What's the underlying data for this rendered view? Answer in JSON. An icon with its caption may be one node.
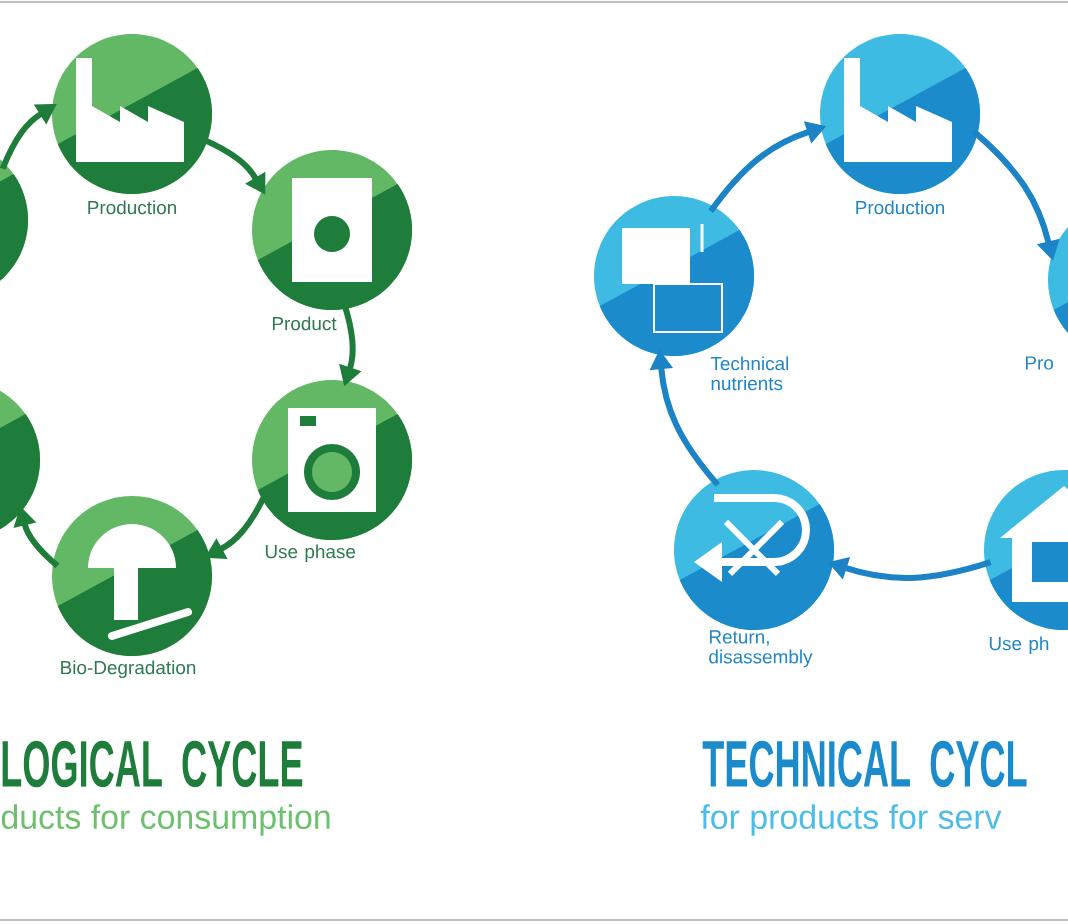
{
  "diagram": {
    "nodes": [
      {
        "text": [],
        "shape": "circle"
      },
      {
        "text": [
          "Production"
        ]
      },
      {
        "text": [
          "Product"
        ]
      },
      {
        "text": [
          "Use phase"
        ]
      },
      {
        "text": [
          "Bio-Degradation"
        ]
      },
      {
        "text": [],
        "shape": "circle"
      },
      {
        "text": [
          "Technical nutrients"
        ]
      },
      {
        "text": [
          "Production"
        ]
      },
      {
        "text": [
          "Pro"
        ]
      },
      {
        "text": [
          "Return, disassembly"
        ]
      },
      {
        "text": [
          "Use ph"
        ]
      }
    ],
    "edges": [
      {
        "from": 0,
        "to": 1,
        "arrow": "to"
      },
      {
        "from": 1,
        "to": 2,
        "arrow": "to"
      },
      {
        "from": 2,
        "to": 3,
        "arrow": "to"
      },
      {
        "from": 3,
        "to": 4,
        "arrow": "to"
      },
      {
        "from": 4,
        "to": 5,
        "arrow": "to"
      },
      {
        "from": 6,
        "to": 7,
        "arrow": "to",
        "color": "#1b83c6"
      },
      {
        "from": 7,
        "to": 8,
        "arrow": "to",
        "color": "#1b83c6"
      },
      {
        "from": 10,
        "to": 9,
        "arrow": "to",
        "color": "#1b83c6"
      },
      {
        "from": 9,
        "to": 6,
        "arrow": "to",
        "color": "#1b83c6"
      }
    ],
    "labels": [
      "LOGICAL CYCLE",
      "ducts for consumption",
      "TECHNICAL CYCL",
      "for products for serv"
    ]
  }
}
